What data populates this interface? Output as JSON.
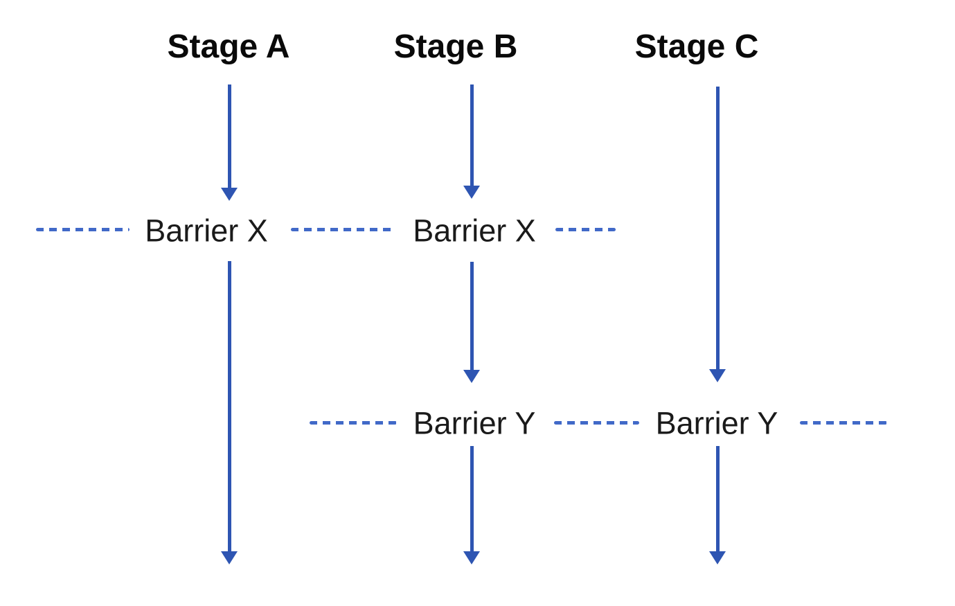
{
  "diagram": {
    "stages": [
      {
        "label": "Stage A"
      },
      {
        "label": "Stage B"
      },
      {
        "label": "Stage C"
      }
    ],
    "barriers": {
      "x": {
        "label": "Barrier X"
      },
      "y": {
        "label": "Barrier Y"
      }
    },
    "colors": {
      "arrow_blue": "#2e55b2",
      "dash_blue": "#4169c8",
      "label_black": "#1a1a1a"
    }
  }
}
